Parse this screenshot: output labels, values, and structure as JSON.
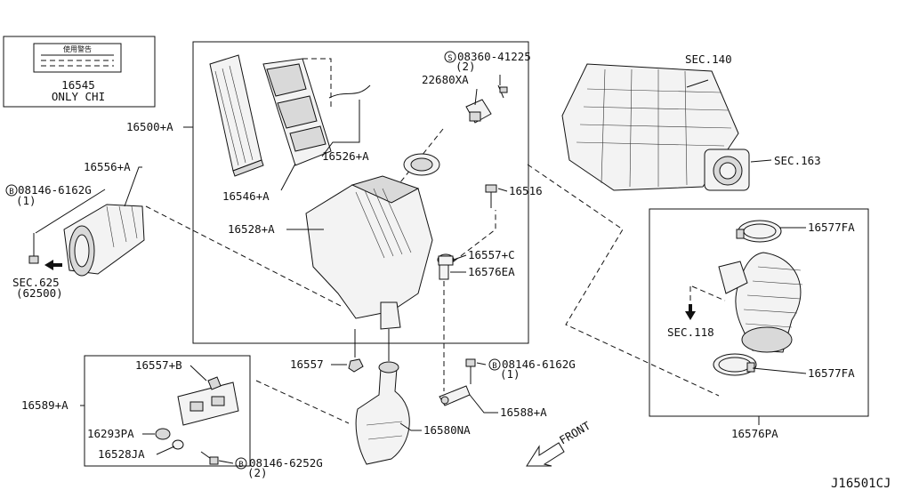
{
  "labels": {
    "l16545": "16545",
    "only_chi": "ONLY CHI",
    "label_jp": "使用警告",
    "l16500a": "16500+A",
    "l16556a": "16556+A",
    "l08146_6162g_a": "08146-6162G",
    "qty1_a": "(1)",
    "sec625": "SEC.625",
    "n62500": "(62500)",
    "l16546a": "16546+A",
    "l16526a": "16526+A",
    "l16528a": "16528+A",
    "l22680xa": "22680XA",
    "l08360_41225": "08360-41225",
    "qty2_a": "(2)",
    "l16516": "16516",
    "l16557c": "16557+C",
    "l16576ea": "16576EA",
    "sec140": "SEC.140",
    "sec163": "SEC.163",
    "l16577fa_a": "16577FA",
    "sec118": "SEC.118",
    "l16577fa_b": "16577FA",
    "l16576pa": "16576PA",
    "l16557": "16557",
    "l08146_6162g_b": "08146-6162G",
    "qty1_b": "(1)",
    "l16588a": "16588+A",
    "l16580na": "16580NA",
    "l16589a": "16589+A",
    "l16557b": "16557+B",
    "l16293pa": "16293PA",
    "l16528ja": "16528JA",
    "l08146_6252g": "08146-6252G",
    "qty2_b": "(2)",
    "front": "FRONT",
    "code": "J16501CJ",
    "sym_b": "B",
    "sym_s": "S"
  }
}
